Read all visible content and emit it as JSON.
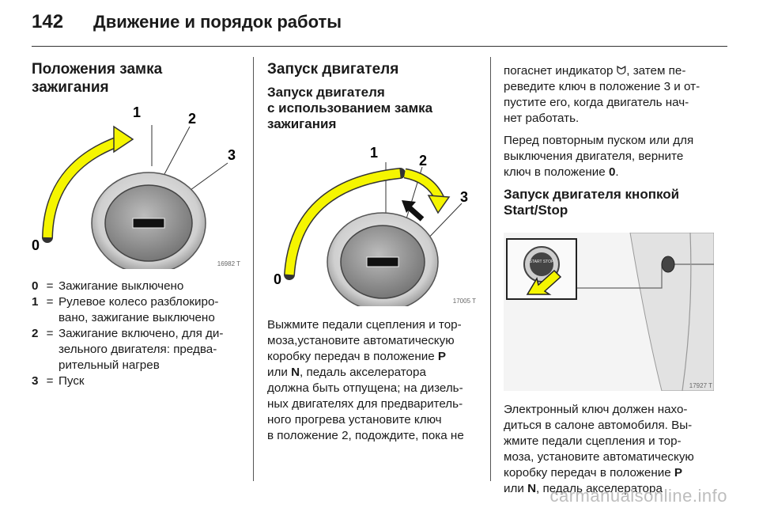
{
  "header": {
    "page_number": "142",
    "title": "Движение и порядок работы"
  },
  "left": {
    "heading": "Положения замка зажигания",
    "figure": {
      "code": "16982 T",
      "labels": [
        "0",
        "1",
        "2",
        "3"
      ]
    },
    "legend": [
      {
        "num": "0",
        "eq": "=",
        "line1": "Зажигание выключено",
        "line2": ""
      },
      {
        "num": "1",
        "eq": "=",
        "line1": "Рулевое колесо разблокиро-",
        "line2": "вано, зажигание выключено"
      },
      {
        "num": "2",
        "eq": "=",
        "line1": "Зажигание включено, для ди-",
        "line2": "зельного двигателя: предва-",
        "line3": "рительный нагрев"
      },
      {
        "num": "3",
        "eq": "=",
        "line1": "Пуск",
        "line2": ""
      }
    ]
  },
  "middle": {
    "heading": "Запуск двигателя",
    "subheading": {
      "line1": "Запуск двигателя",
      "line2": "с использованием замка",
      "line3": "зажигания"
    },
    "figure": {
      "code": "17005 T",
      "labels": [
        "0",
        "1",
        "2",
        "3"
      ]
    },
    "paragraph": {
      "l1": "Выжмите педали сцепления и тор-",
      "l2": "моза,установите автоматическую",
      "l3a": "коробку передач в положение ",
      "l3b": "P",
      "l4a": "или ",
      "l4b": "N",
      "l4c": ", педаль акселератора",
      "l5": "должна быть отпущена; на дизель-",
      "l6": "ных двигателях для предваритель-",
      "l7": "ного прогрева установите ключ",
      "l8": "в положение 2, подождите, пока не"
    }
  },
  "right": {
    "para1": {
      "l1a": "погаснет индикатор ",
      "l1b": "ᗢ",
      "l1c": ", затем пе-",
      "l2": "реведите ключ в положение 3 и от-",
      "l3": "пустите его, когда двигатель нач-",
      "l4": "нет работать."
    },
    "para2": {
      "l1": "Перед повторным пуском или для",
      "l2": "выключения двигателя, верните",
      "l3a": "ключ в положение ",
      "l3b": "0",
      "l3c": "."
    },
    "heading": {
      "line1": "Запуск двигателя кнопкой",
      "line2": "Start/Stop"
    },
    "figure": {
      "code": "17927 T",
      "button_label": "START STOP"
    },
    "para3": {
      "l1": "Электронный ключ должен нахо-",
      "l2": "диться в салоне автомобиля. Вы-",
      "l3": "жмите педали сцепления и тор-",
      "l4": "моза, установите автоматическую",
      "l5a": "коробку передач в положение ",
      "l5b": "P",
      "l6a": "или ",
      "l6b": "N",
      "l6c": ", педаль акселератора"
    }
  },
  "footer": {
    "watermark": "carmanualsonline.info"
  }
}
